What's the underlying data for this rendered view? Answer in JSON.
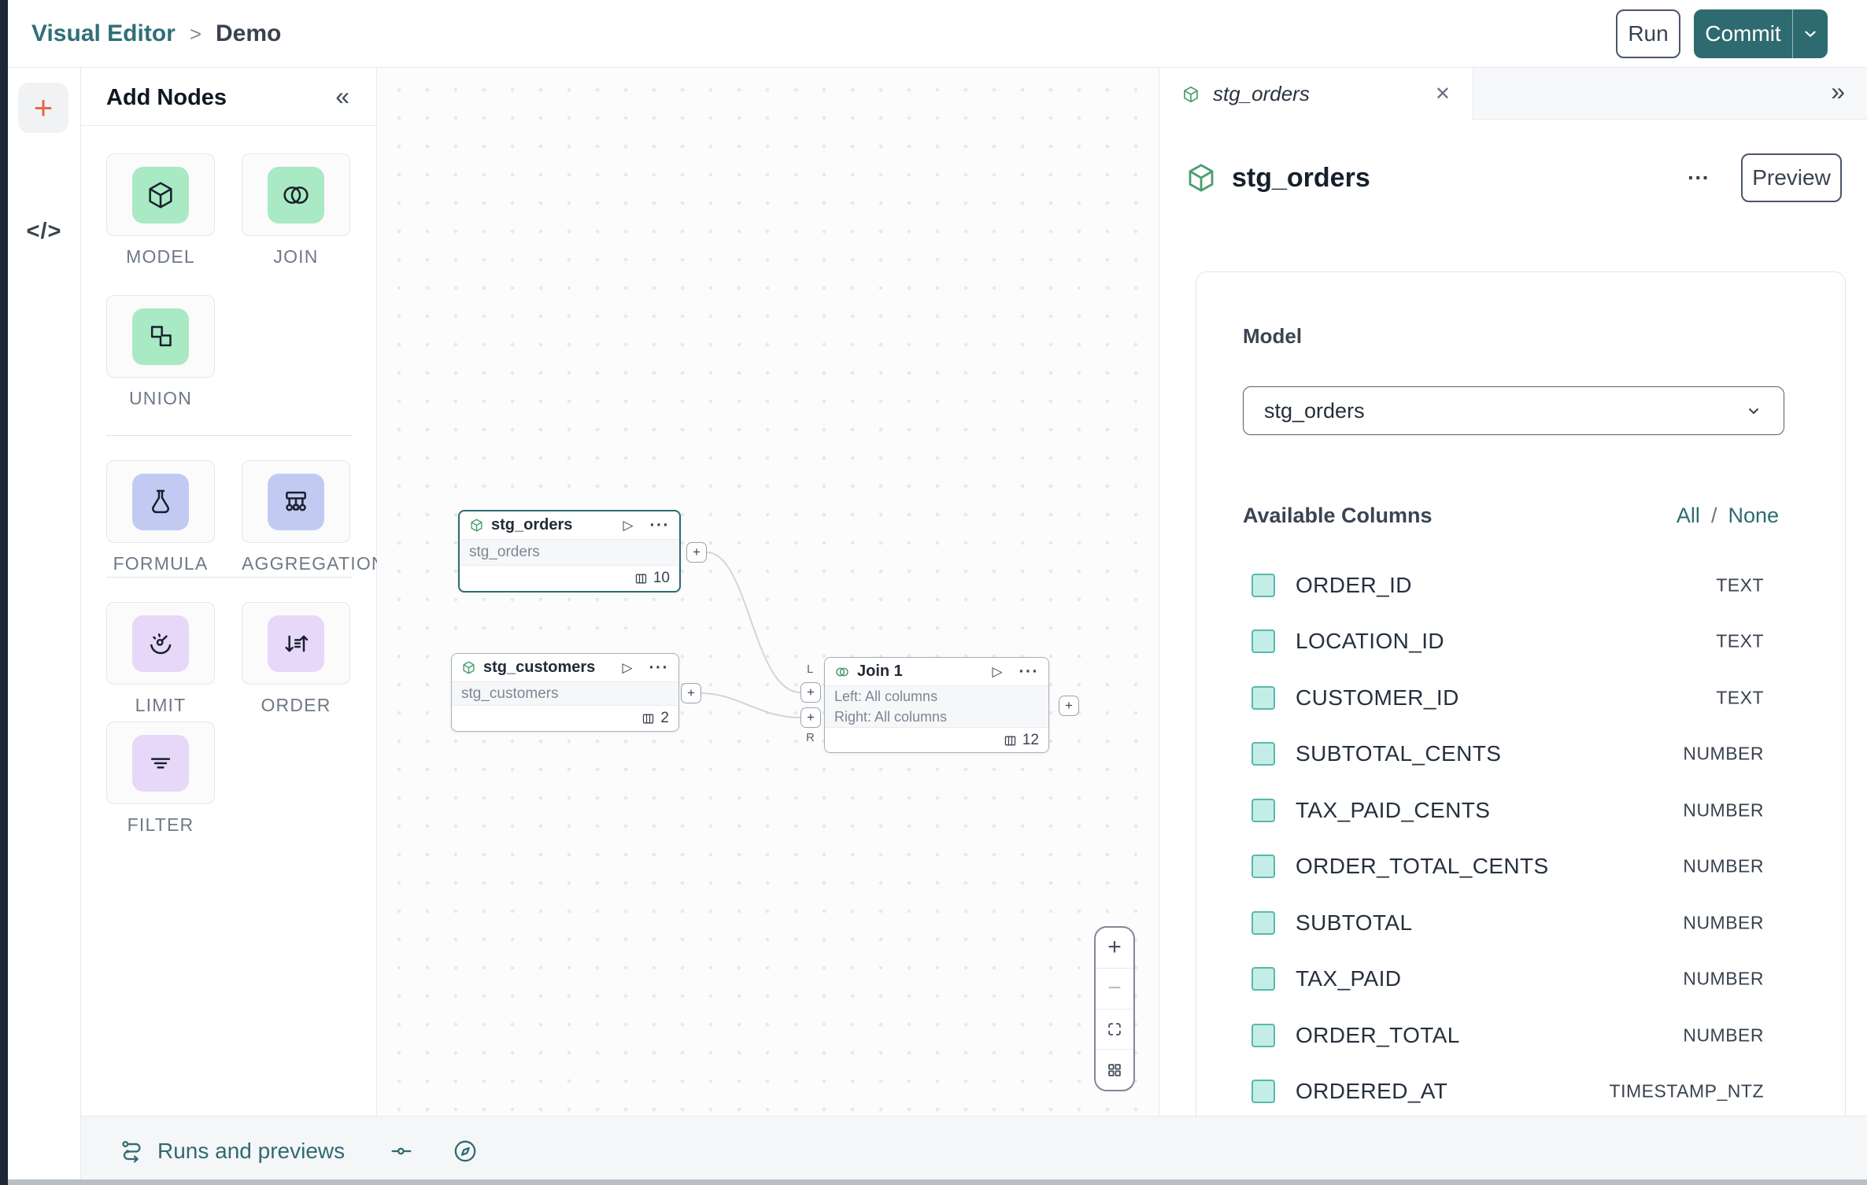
{
  "topbar": {
    "breadcrumb": {
      "section": "Visual Editor",
      "separator": ">",
      "page": "Demo"
    },
    "run_label": "Run",
    "commit_label": "Commit"
  },
  "icons": {
    "plus": "+",
    "minus": "−",
    "collapse": "«",
    "expand": "»",
    "close": "✕",
    "play": "▷",
    "menu_dots": "···",
    "code": "</>"
  },
  "add_nodes": {
    "title": "Add Nodes",
    "items": {
      "model": "MODEL",
      "join": "JOIN",
      "union": "UNION",
      "formula": "FORMULA",
      "aggregation": "AGGREGATION",
      "limit": "LIMIT",
      "order": "ORDER",
      "filter": "FILTER"
    }
  },
  "canvas": {
    "nodes": {
      "stg_orders": {
        "title": "stg_orders",
        "subtitle": "stg_orders",
        "column_count": "10"
      },
      "stg_customers": {
        "title": "stg_customers",
        "subtitle": "stg_customers",
        "column_count": "2"
      },
      "join": {
        "title": "Join 1",
        "left_line": "Left: All columns",
        "right_line": "Right: All columns",
        "column_count": "12",
        "left_port_label": "L",
        "right_port_label": "R"
      }
    }
  },
  "right_panel": {
    "tab": {
      "title": "stg_orders"
    },
    "header": {
      "title": "stg_orders",
      "preview_label": "Preview"
    },
    "model": {
      "label": "Model",
      "value": "stg_orders"
    },
    "columns_section": {
      "label": "Available Columns",
      "select_all": "All",
      "divider": "/",
      "select_none": "None"
    },
    "columns": [
      {
        "name": "ORDER_ID",
        "type": "TEXT"
      },
      {
        "name": "LOCATION_ID",
        "type": "TEXT"
      },
      {
        "name": "CUSTOMER_ID",
        "type": "TEXT"
      },
      {
        "name": "SUBTOTAL_CENTS",
        "type": "NUMBER"
      },
      {
        "name": "TAX_PAID_CENTS",
        "type": "NUMBER"
      },
      {
        "name": "ORDER_TOTAL_CENTS",
        "type": "NUMBER"
      },
      {
        "name": "SUBTOTAL",
        "type": "NUMBER"
      },
      {
        "name": "TAX_PAID",
        "type": "NUMBER"
      },
      {
        "name": "ORDER_TOTAL",
        "type": "NUMBER"
      },
      {
        "name": "ORDERED_AT",
        "type": "TIMESTAMP_NTZ"
      }
    ]
  },
  "bottom_bar": {
    "runs_label": "Runs and previews"
  },
  "colors": {
    "brand_teal": "#2e6b70",
    "node_icon_green": "#4c9d70",
    "mint": "#a9e9c3",
    "periwinkle": "#c3caf2",
    "lilac": "#e7d7f8",
    "checkbox_fill": "#c5ede7",
    "checkbox_border": "#57b9ae",
    "accent_orange": "#e8684a"
  }
}
